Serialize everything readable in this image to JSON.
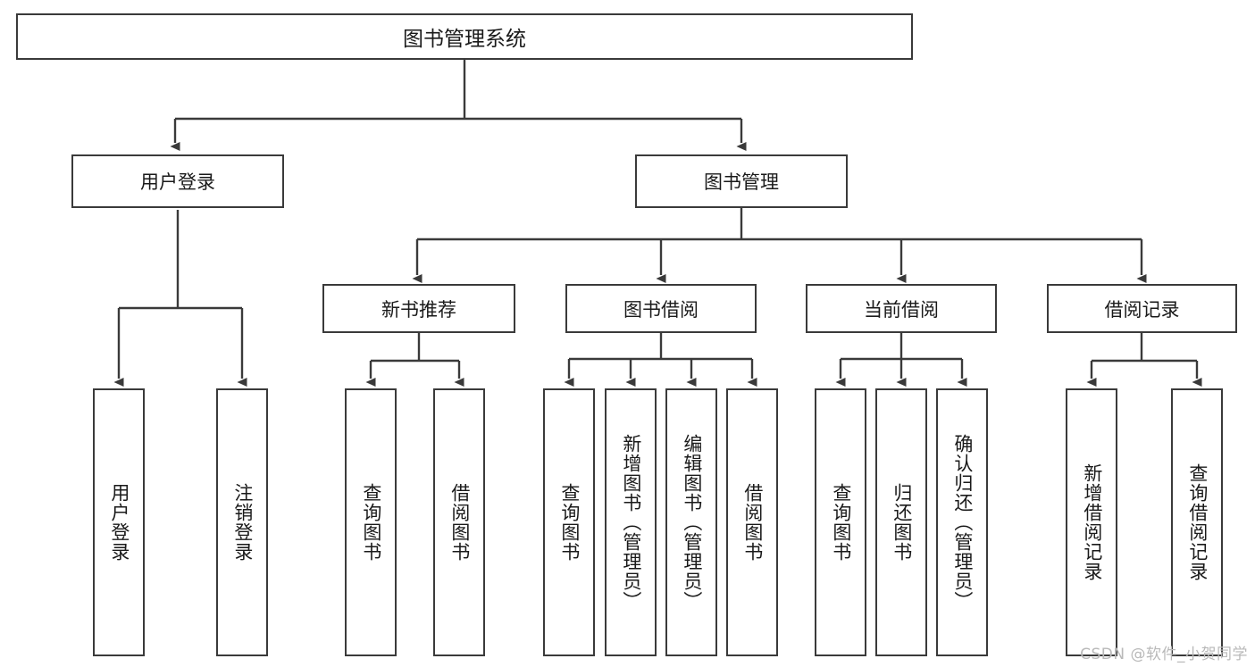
{
  "diagram": {
    "title": "图书管理系统",
    "watermark": "CSDN @软件_小贺同学",
    "line_color": "#3a3a3a",
    "box_border_color": "#3a3a3a",
    "box_fill_color": "#ffffff",
    "text_color": "#1a1a1a",
    "watermark_color": "#b9b9b9"
  },
  "root": {
    "label": "图书管理系统"
  },
  "level2": [
    {
      "label": "用户登录"
    },
    {
      "label": "图书管理"
    }
  ],
  "level3": [
    {
      "label": "新书推荐"
    },
    {
      "label": "图书借阅"
    },
    {
      "label": "当前借阅"
    },
    {
      "label": "借阅记录"
    }
  ],
  "leaves": {
    "user_login": [
      {
        "label": "用户登录"
      },
      {
        "label": "注销登录"
      }
    ],
    "new_book_recommend": [
      {
        "label": "查询图书"
      },
      {
        "label": "借阅图书"
      }
    ],
    "book_borrow": [
      {
        "label": "查询图书"
      },
      {
        "label": "新增图书（管理员）"
      },
      {
        "label": "编辑图书（管理员）"
      },
      {
        "label": "借阅图书"
      }
    ],
    "current_borrow": [
      {
        "label": "查询图书"
      },
      {
        "label": "归还图书"
      },
      {
        "label": "确认归还（管理员）"
      }
    ],
    "borrow_record": [
      {
        "label": "新增借阅记录"
      },
      {
        "label": "查询借阅记录"
      }
    ]
  }
}
